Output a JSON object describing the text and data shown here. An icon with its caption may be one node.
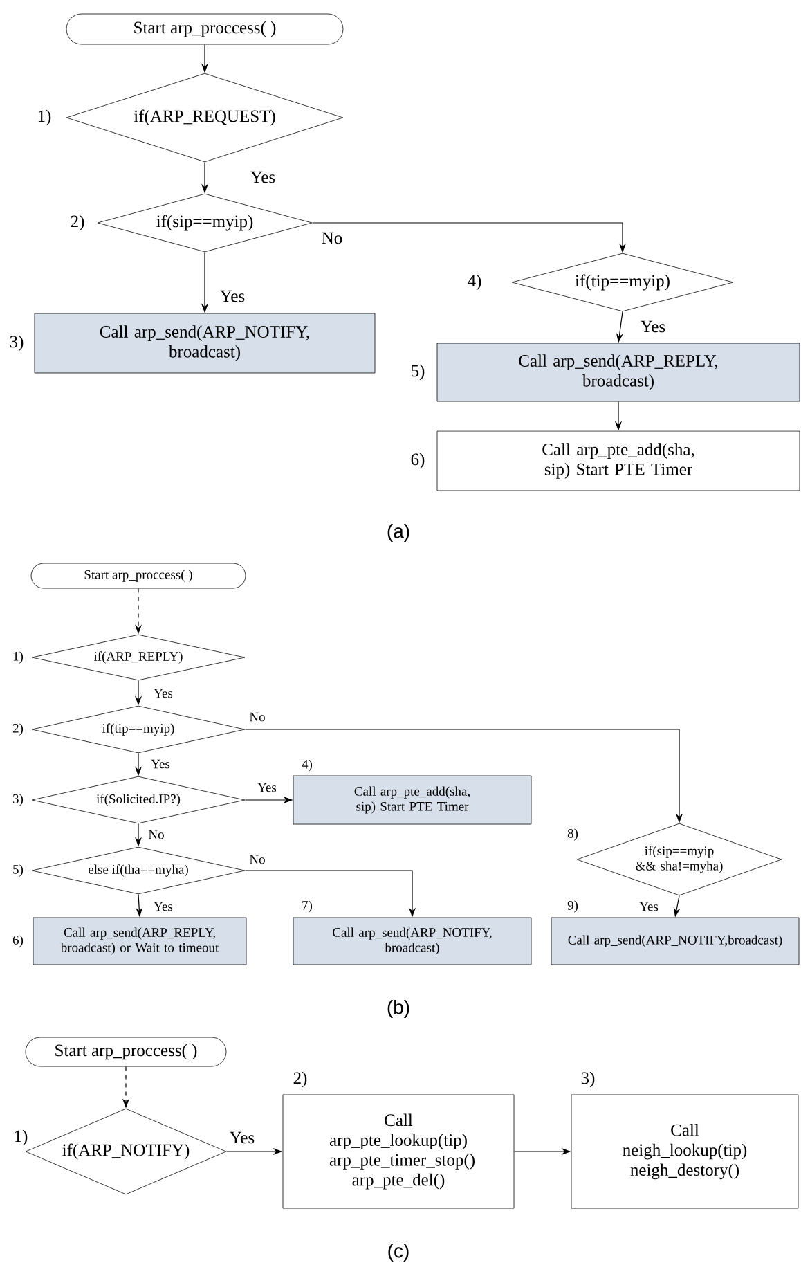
{
  "diagram": {
    "nodes": [
      {
        "text": [
          "Start arp_proccess( )"
        ]
      },
      {
        "text": [
          "if(ARP_REQUEST)"
        ],
        "beside": [
          "1)"
        ]
      },
      {
        "text": [
          "if(sip==myip)"
        ],
        "beside": [
          "2)"
        ]
      },
      {
        "text": [
          "Call arp_send(ARP_NOTIFY, broadcast)"
        ],
        "beside": [
          "3)"
        ]
      },
      {
        "text": [
          "if(tip==myip)"
        ],
        "beside": [
          "4)"
        ]
      },
      {
        "text": [
          "Call arp_send(ARP_REPLY, broadcast)"
        ],
        "beside": [
          "5)"
        ]
      },
      {
        "text": [
          "Call arp_pte_add(sha, sip) Start PTE Timer"
        ],
        "beside": [
          "6)"
        ]
      },
      {
        "text": [
          "Start arp_proccess( )"
        ]
      },
      {
        "text": [
          "if(ARP_REPLY)"
        ],
        "beside": [
          "1)"
        ]
      },
      {
        "text": [
          "if(tip==myip)"
        ],
        "beside": [
          "2)"
        ]
      },
      {
        "text": [
          "if(Solicited.IP?)"
        ],
        "beside": [
          "3)"
        ]
      },
      {
        "text": [
          "Call arp_pte_add(sha, sip) Start PTE Timer"
        ],
        "beside": [
          "4)"
        ]
      },
      {
        "text": [
          "else if(tha==myha)"
        ],
        "beside": [
          "5)"
        ]
      },
      {
        "text": [
          "Call arp_send(ARP_REPLY, broadcast) or Wait to timeout"
        ],
        "beside": [
          "6)"
        ]
      },
      {
        "text": [
          "Call arp_send(ARP_NOTIFY, broadcast)"
        ],
        "beside": [
          "7)"
        ]
      },
      {
        "text": [
          "if(sip==myip && sha!=myha)"
        ],
        "beside": [
          "8)"
        ]
      },
      {
        "text": [
          "Call arp_send(ARP_NOTIFY,broadcast)"
        ],
        "beside": [
          "9)"
        ]
      },
      {
        "text": [
          "Start arp_proccess( )"
        ]
      },
      {
        "text": [
          "if(ARP_NOTIFY)"
        ],
        "beside": [
          "1)"
        ]
      },
      {
        "text": [
          "Call arp_pte_lookup(tip) arp_pte_timer_stop() arp_pte_del()"
        ],
        "beside": [
          "2)"
        ]
      },
      {
        "text": [
          "Call neigh_lookup(tip) neigh_destory()"
        ],
        "beside": [
          "3)"
        ]
      }
    ],
    "edges": [
      {
        "from": 0,
        "to": 1,
        "arrow": "to"
      },
      {
        "from": 1,
        "to": 2,
        "arrow": "to",
        "label": "Yes"
      },
      {
        "from": 2,
        "to": 3,
        "arrow": "to",
        "label": "Yes"
      },
      {
        "from": 2,
        "to": 4,
        "arrow": "to",
        "label": "No"
      },
      {
        "from": 4,
        "to": 5,
        "arrow": "to",
        "label": "Yes"
      },
      {
        "from": 5,
        "to": 6,
        "arrow": "to"
      },
      {
        "from": 7,
        "to": 8,
        "arrow": "to",
        "style": "dashed"
      },
      {
        "from": 8,
        "to": 9,
        "arrow": "to",
        "label": "Yes"
      },
      {
        "from": 9,
        "to": 10,
        "arrow": "to",
        "label": "Yes"
      },
      {
        "from": 9,
        "to": 15,
        "arrow": "to",
        "label": "No"
      },
      {
        "from": 10,
        "to": 11,
        "arrow": "to",
        "label": "Yes"
      },
      {
        "from": 10,
        "to": 12,
        "arrow": "to",
        "label": "No"
      },
      {
        "from": 12,
        "to": 13,
        "arrow": "to",
        "label": "Yes"
      },
      {
        "from": 12,
        "to": 14,
        "arrow": "to",
        "label": "No"
      },
      {
        "from": 15,
        "to": 16,
        "arrow": "to",
        "label": "Yes"
      },
      {
        "from": 17,
        "to": 18,
        "arrow": "to",
        "style": "dashed"
      },
      {
        "from": 18,
        "to": 19,
        "arrow": "to",
        "label": "Yes"
      },
      {
        "from": 19,
        "to": 20,
        "arrow": "to"
      }
    ],
    "labels": [
      "(a)",
      "(b)",
      "(c)"
    ]
  }
}
